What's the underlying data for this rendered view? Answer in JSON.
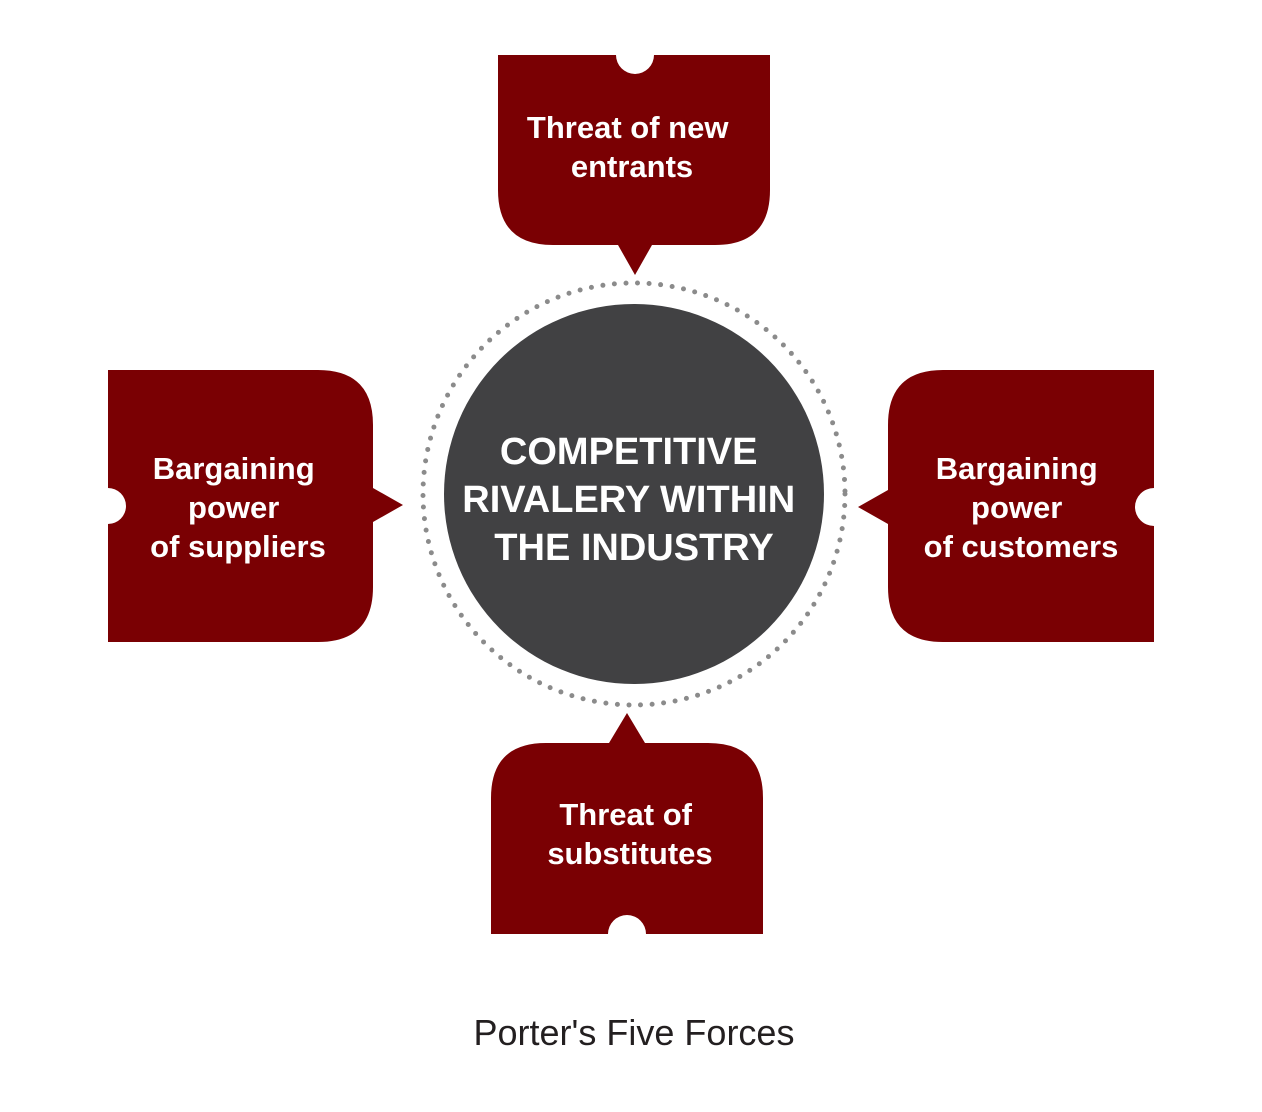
{
  "colors": {
    "force_box": "#7a0003",
    "center_circle": "#414143",
    "dotted_ring": "#8b8b8b",
    "box_text": "#ffffff",
    "caption_text": "#231f20"
  },
  "center": {
    "lines": [
      "COMPETITIVE",
      "RIVALERY WITHIN",
      "THE INDUSTRY"
    ]
  },
  "forces": {
    "top": {
      "lines": [
        "Threat of new",
        "entrants"
      ]
    },
    "left": {
      "lines": [
        "Bargaining",
        "power",
        "of suppliers"
      ]
    },
    "right": {
      "lines": [
        "Bargaining",
        "power",
        "of customers"
      ]
    },
    "bottom": {
      "lines": [
        "Threat of",
        "substitutes"
      ]
    }
  },
  "caption": "Porter's Five Forces"
}
